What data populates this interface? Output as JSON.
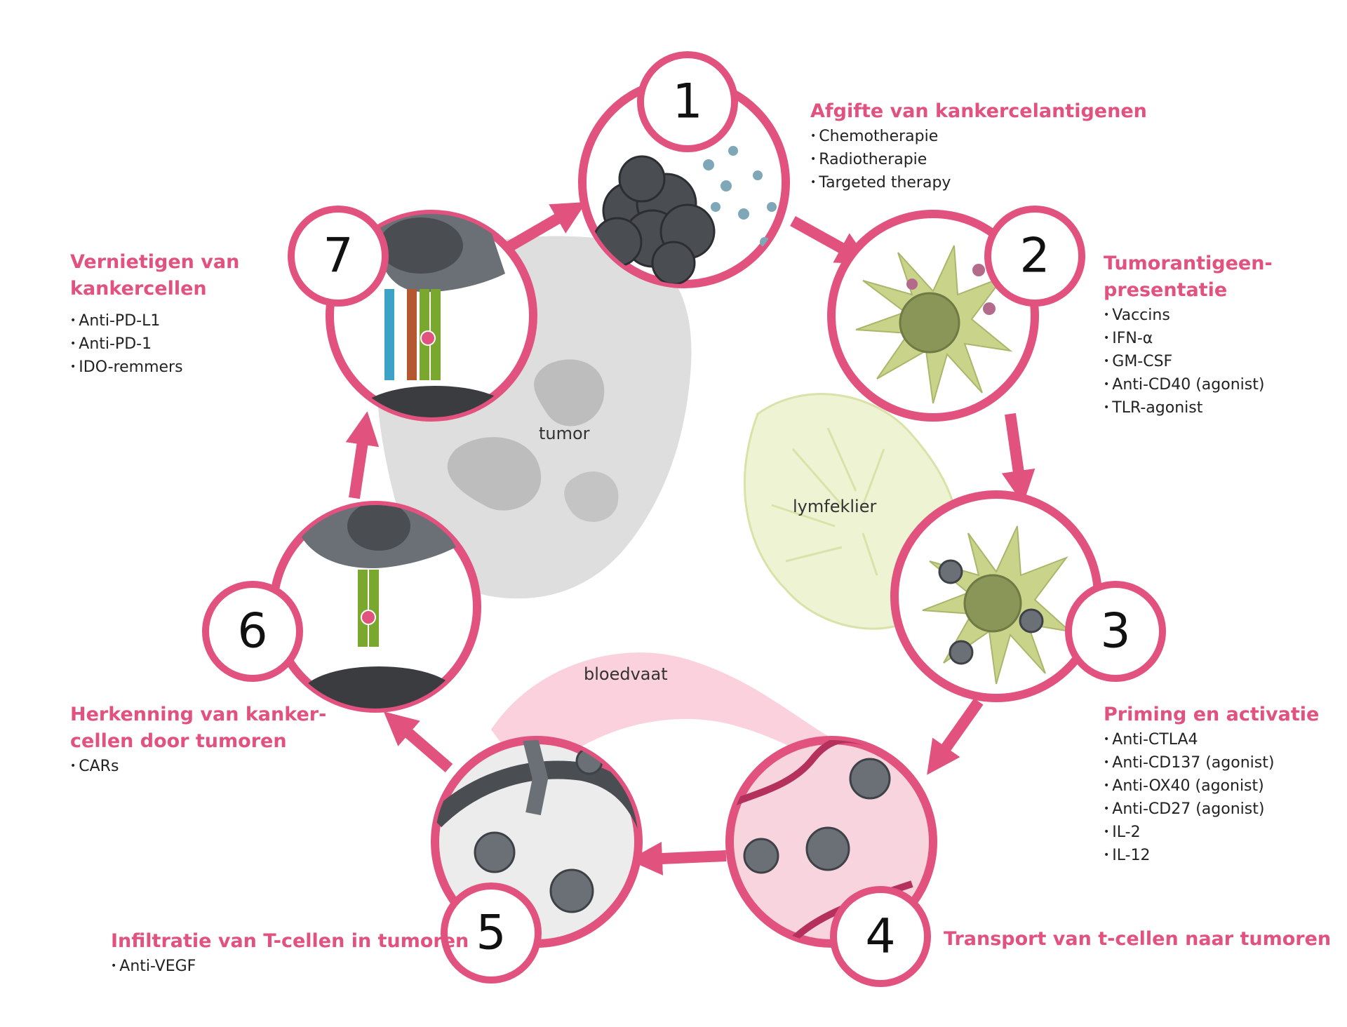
{
  "regions": {
    "tumor": "tumor",
    "lymph": "lymfeklier",
    "vessel": "bloedvaat"
  },
  "steps": [
    {
      "number": "1",
      "title": "Afgifte van kankercelantigenen",
      "items": [
        "Chemotherapie",
        "Radiotherapie",
        "Targeted therapy"
      ]
    },
    {
      "number": "2",
      "title": "Tumorantigeen-\npresentatie",
      "items": [
        "Vaccins",
        "IFN-α",
        "GM-CSF",
        "Anti-CD40 (agonist)",
        "TLR-agonist"
      ]
    },
    {
      "number": "3",
      "title": "Priming en activatie",
      "items": [
        "Anti-CTLA4",
        "Anti-CD137 (agonist)",
        "Anti-OX40 (agonist)",
        "Anti-CD27 (agonist)",
        "IL-2",
        "IL-12"
      ]
    },
    {
      "number": "4",
      "title": "Transport van t-cellen naar tumoren",
      "items": []
    },
    {
      "number": "5",
      "title": "Infiltratie van T-cellen in tumoren",
      "items": [
        "Anti-VEGF"
      ]
    },
    {
      "number": "6",
      "title": "Herkenning van kanker-\ncellen door tumoren",
      "items": [
        "CARs"
      ]
    },
    {
      "number": "7",
      "title": "Vernietigen van\nkankercellen",
      "items": [
        "Anti-PD-L1",
        "Anti-PD-1",
        "IDO-remmers"
      ]
    }
  ],
  "colors": {
    "accent": "#e2527e",
    "dendritic": "#c9d48a",
    "tcell": "#6b7077",
    "tumor": "#cfcfcf"
  }
}
